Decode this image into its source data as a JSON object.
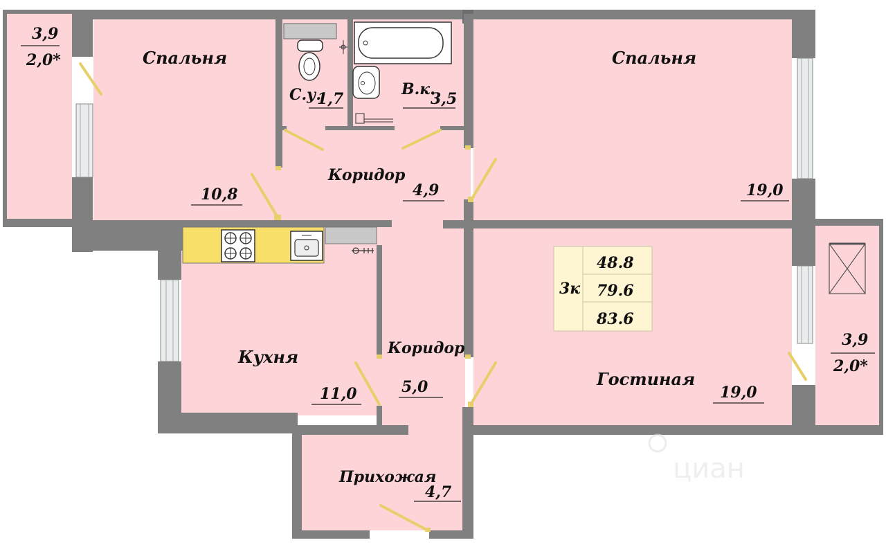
{
  "colors": {
    "room_fill": "#fdd5d9",
    "wall": "#808080",
    "wall_dark": "#5e5e5e",
    "door": "#f3e39a",
    "kitchen_counter": "#f7df6a",
    "summary_fill": "#fef6d2",
    "window_glass": "#e8ecec"
  },
  "rooms": {
    "bedroom_left": {
      "name": "Спальня",
      "area": "10,8"
    },
    "bedroom_right": {
      "name": "Спальня",
      "area": "19,0"
    },
    "toilet": {
      "name": "С.у.",
      "area": "1,7"
    },
    "bathroom": {
      "name": "В.к.",
      "area": "3,5"
    },
    "corridor_top": {
      "name": "Коридор",
      "area": "4,9"
    },
    "kitchen": {
      "name": "Кухня",
      "area": "11,0"
    },
    "corridor_mid": {
      "name": "Коридор",
      "area": "5,0"
    },
    "living": {
      "name": "Гостиная",
      "area": "19,0"
    },
    "hallway": {
      "name": "Прихожая",
      "area": "4,7"
    },
    "balcony_left": {
      "area": "3,9",
      "reduced": "2,0*"
    },
    "balcony_right": {
      "area": "3,9",
      "reduced": "2,0*"
    }
  },
  "summary": {
    "type": "3к",
    "living_area": "48.8",
    "total_area": "79.6",
    "total_with_balconies": "83.6"
  },
  "watermark": {
    "text": "циан"
  },
  "icons": [
    "stove-icon",
    "sink-icon",
    "bathtub-icon",
    "toilet-icon",
    "washbasin-icon",
    "shower-icon",
    "socket-icon",
    "door-icon",
    "window-icon"
  ]
}
